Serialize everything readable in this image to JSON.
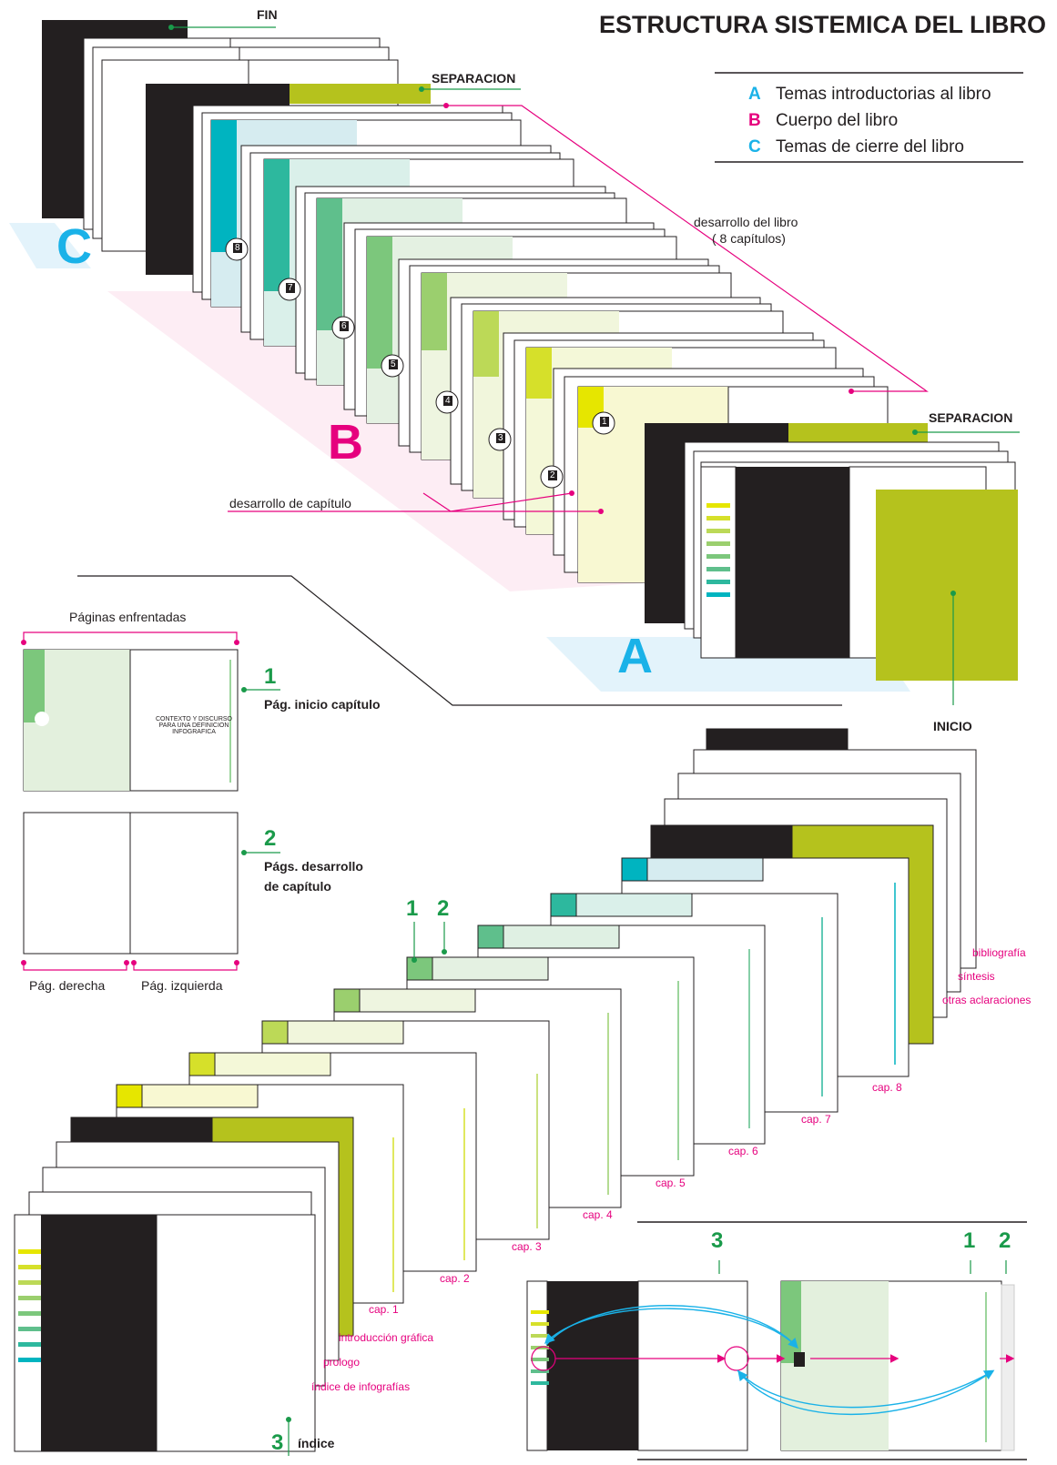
{
  "title": "ESTRUCTURA SISTEMICA DEL LIBRO",
  "legend": [
    {
      "letter": "A",
      "text": "Temas introductorias al libro",
      "color": "#1ab2e8"
    },
    {
      "letter": "B",
      "text": "Cuerpo del libro",
      "color": "#e6007e"
    },
    {
      "letter": "C",
      "text": "Temas de cierre del libro",
      "color": "#1ab2e8"
    }
  ],
  "top_labels": {
    "fin": "FIN",
    "separacion_top": "SEPARACION",
    "separacion_right": "SEPARACION",
    "inicio": "INICIO",
    "desarrollo_libro_1": "desarrollo del libro",
    "desarrollo_libro_2": "( 8 capítulos)",
    "desarrollo_capitulo": "desarrollo de capítulo",
    "big_a": "A",
    "big_b": "B",
    "big_c": "C"
  },
  "chapter_numbers": [
    "8",
    "7",
    "6",
    "5",
    "4",
    "3",
    "2",
    "1"
  ],
  "spreads": {
    "enfrentadas": "Páginas enfrentadas",
    "item1_num": "1",
    "item1_label": "Pág. inicio capítulo",
    "item2_num": "2",
    "item2_label_1": "Págs. desarrollo",
    "item2_label_2": "de capítulo",
    "derecha": "Pág. derecha",
    "izquierda": "Pág. izquierda",
    "chapter_title": "CONTEXTO Y DISCURSO PARA UNA DEFINICION INFOGRAFICA"
  },
  "bottom_labels": {
    "num1": "1",
    "num2": "2",
    "num3": "3",
    "indice": "índice",
    "bibliografia": "bibliografía",
    "sintesis": "síntesis",
    "otras": "otras aclaraciones",
    "intro_grafica": "introducción gráfica",
    "prologo": "prologo",
    "indice_infografias": "índice de infografías",
    "caps": [
      "cap. 1",
      "cap. 2",
      "cap. 3",
      "cap. 4",
      "cap. 5",
      "cap. 6",
      "cap. 7",
      "cap. 8"
    ]
  },
  "colors": {
    "olive": "#b5c21d",
    "pink": "#e6007e",
    "cyan": "#1ab2e8",
    "green": "#1a9a4a",
    "black": "#231f20"
  }
}
